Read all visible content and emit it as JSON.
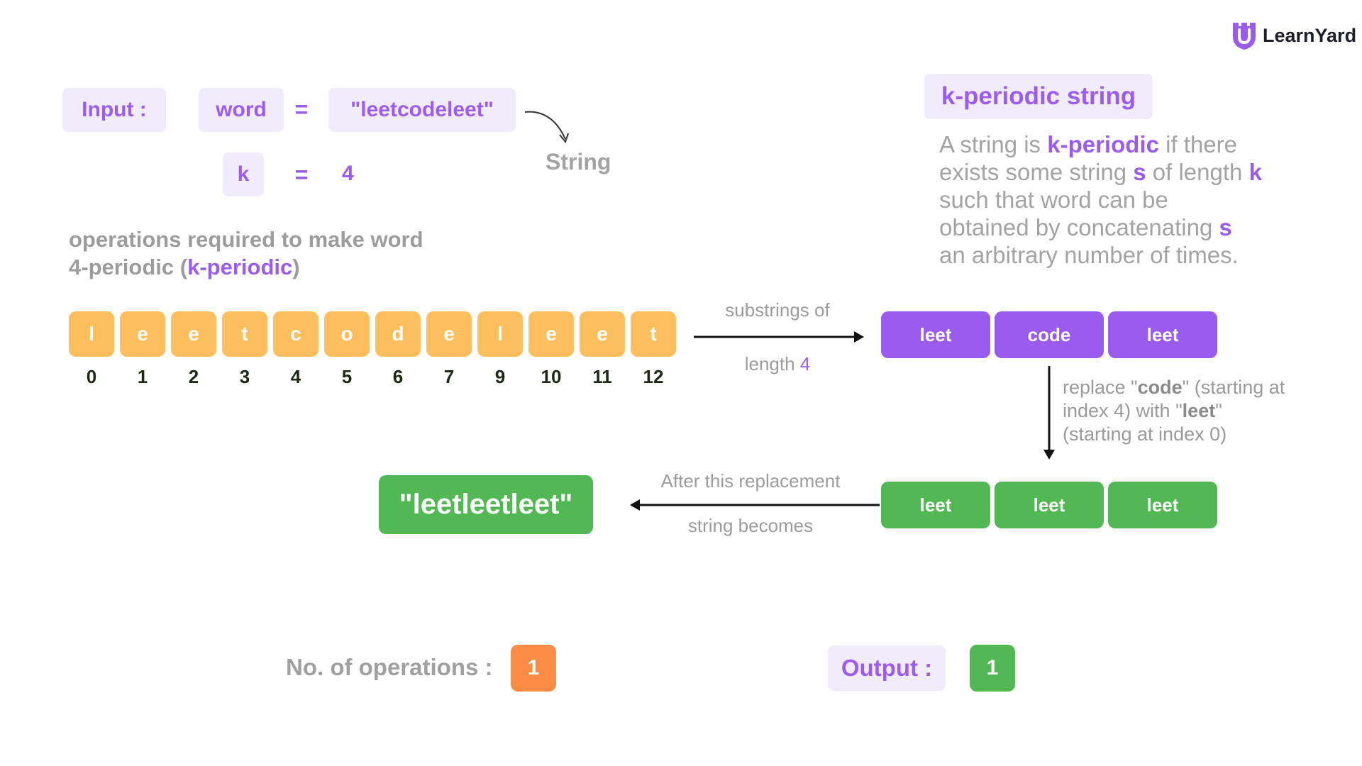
{
  "logo": {
    "text": "LearnYard",
    "icon": "shield-u-icon"
  },
  "input": {
    "input_label": "Input :",
    "word_label": "word",
    "equals": "=",
    "word_value": "\"leetcodeleet\"",
    "k_label": "k",
    "k_equals": "=",
    "k_value": "4",
    "string_note": "String"
  },
  "ops_text": {
    "line1": "operations required to make word",
    "line2_prefix": "4-periodic (",
    "line2_highlight": "k-periodic",
    "line2_suffix": ")"
  },
  "characters": [
    "l",
    "e",
    "e",
    "t",
    "c",
    "o",
    "d",
    "e",
    "l",
    "e",
    "e",
    "t"
  ],
  "indices": [
    "0",
    "1",
    "2",
    "3",
    "4",
    "5",
    "6",
    "7",
    "9",
    "10",
    "11",
    "12"
  ],
  "arrow_substrings": {
    "top": "substrings of",
    "bottom_prefix": "length ",
    "bottom_value": "4"
  },
  "substrings": [
    "leet",
    "code",
    "leet"
  ],
  "replace_note": {
    "p1": "replace \"",
    "b1": "code",
    "p2": "\" (starting at",
    "p3": "index 4) with \"",
    "b2": "leet",
    "p4": "\"",
    "p5": "(starting at index 0)"
  },
  "result_substrings": [
    "leet",
    "leet",
    "leet"
  ],
  "arrow_replacement": {
    "top": "After this replacement",
    "bottom": "string becomes"
  },
  "result_string": "\"leetleetleet\"",
  "definition": {
    "title": "k-periodic string",
    "t1": "A string is ",
    "b1": "k-periodic",
    "t2": " if there",
    "t3": "exists some string ",
    "b2": "s",
    "t4": " of length ",
    "b3": "k",
    "t5": "such that word can be",
    "t6": "obtained by concatenating ",
    "b4": "s",
    "t7": "an arbitrary number of times."
  },
  "operations": {
    "label": "No. of operations :",
    "value": "1"
  },
  "output": {
    "label": "Output :",
    "value": "1"
  },
  "colors": {
    "char_orange": "#fdbe5d",
    "purple": "#9a5cef",
    "green": "#52b854",
    "ops_orange": "#fb8c45",
    "lavender": "#f1ecfb"
  }
}
